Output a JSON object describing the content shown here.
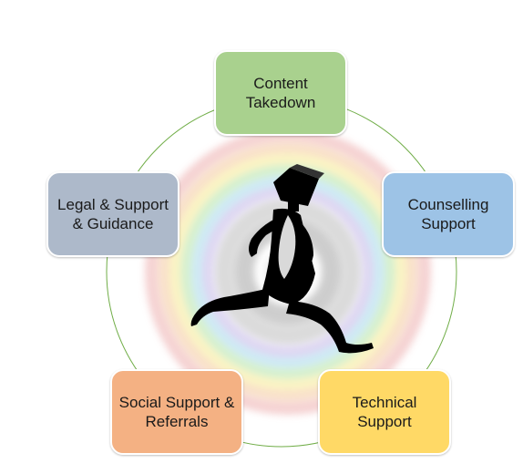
{
  "nodes": [
    {
      "id": "content-takedown",
      "label": "Content\nTakedown",
      "color": "#a9d18e"
    },
    {
      "id": "counselling-support",
      "label": "Counselling\nSupport",
      "color": "#9dc3e6"
    },
    {
      "id": "technical-support",
      "label": "Technical\nSupport",
      "color": "#ffd966"
    },
    {
      "id": "social-support-referrals",
      "label": "Social Support &\nReferrals",
      "color": "#f4b183"
    },
    {
      "id": "legal-support-guidance",
      "label": "Legal & Support\n& Guidance",
      "color": "#adb9ca"
    }
  ],
  "center_icon": "running-figure-with-box-head-icon",
  "background_graphic": "rainbow-concentric-rings",
  "cycle_ring_color": "#70ad47"
}
